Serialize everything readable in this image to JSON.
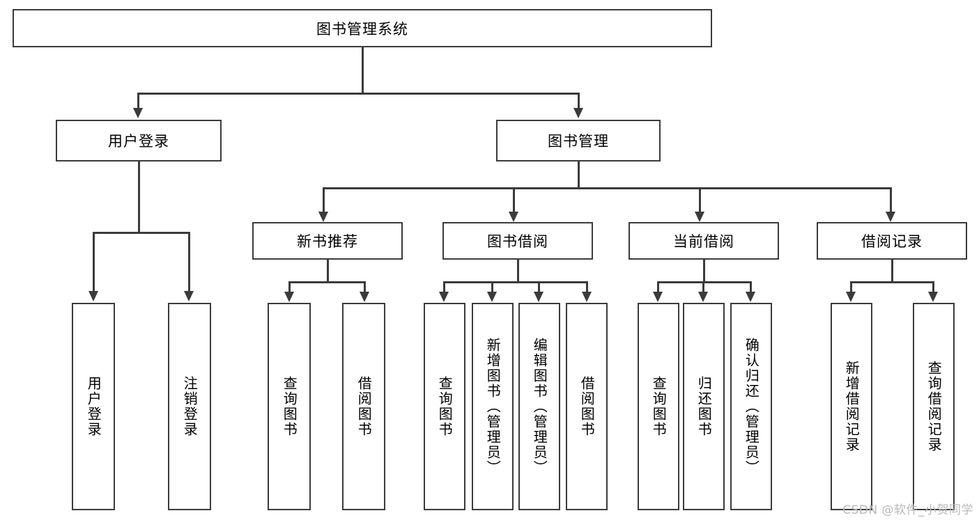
{
  "diagram": {
    "type": "tree",
    "title": "图书管理系统",
    "root": {
      "label": "图书管理系统"
    },
    "level1": [
      {
        "label": "用户登录"
      },
      {
        "label": "图书管理"
      }
    ],
    "level2": [
      {
        "label": "新书推荐",
        "parent": "图书管理"
      },
      {
        "label": "图书借阅",
        "parent": "图书管理"
      },
      {
        "label": "当前借阅",
        "parent": "图书管理"
      },
      {
        "label": "借阅记录",
        "parent": "图书管理"
      }
    ],
    "leaves": {
      "用户登录": [
        "用户登录",
        "注销登录"
      ],
      "新书推荐": [
        "查询图书",
        "借阅图书"
      ],
      "图书借阅": [
        "查询图书",
        "新增图书（管理员）",
        "编辑图书（管理员）",
        "借阅图书"
      ],
      "当前借阅": [
        "查询图书",
        "归还图书",
        "确认归还（管理员）"
      ],
      "借阅记录": [
        "新增借阅记录",
        "查询借阅记录"
      ]
    }
  },
  "watermark": {
    "text": "CSDN @软件_小贺同学"
  },
  "colors": {
    "stroke": "#3b3b3b",
    "fill": "#ffffff",
    "text": "#000000",
    "watermark": "#b9b9b9"
  }
}
